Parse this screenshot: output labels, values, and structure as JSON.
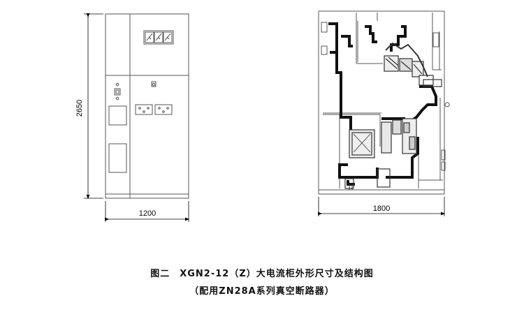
{
  "front_view": {
    "height_dimension": "2650",
    "width_dimension": "1200"
  },
  "side_view": {
    "depth_dimension": "1800"
  },
  "caption": {
    "line1": "图二　XGN2-12（Z）大电流柜外形尺寸及结构图",
    "line2": "（配用ZN28A系列真空断路器）"
  }
}
